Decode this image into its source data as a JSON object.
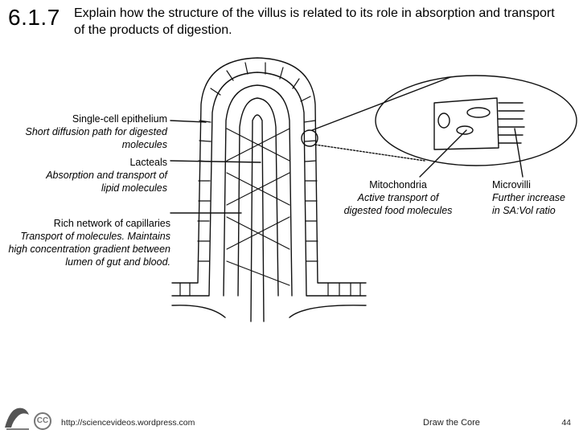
{
  "slide": {
    "code": "6.1.7",
    "question": "Explain how the structure of the villus is related to its role in absorption and transport of the products of digestion."
  },
  "labels": {
    "epithelium": {
      "heading": "Single-cell epithelium",
      "desc": "Short diffusion path for digested molecules"
    },
    "lacteals": {
      "heading": "Lacteals",
      "desc": "Absorption and transport of lipid molecules"
    },
    "capillaries": {
      "heading": "Rich network of capillaries",
      "desc": "Transport of molecules. Maintains high concentration gradient between lumen of gut and blood."
    },
    "mitochondria": {
      "heading": "Mitochondria",
      "desc": "Active transport of digested food molecules"
    },
    "microvilli": {
      "heading": "Microvilli",
      "desc": "Further increase in SA:Vol ratio"
    }
  },
  "footer": {
    "url": "http://sciencevideos.wordpress.com",
    "center": "Draw the Core",
    "page": "44",
    "cc_text": "CC"
  },
  "icons": [
    "cc-license-icon",
    "logo-mark"
  ]
}
